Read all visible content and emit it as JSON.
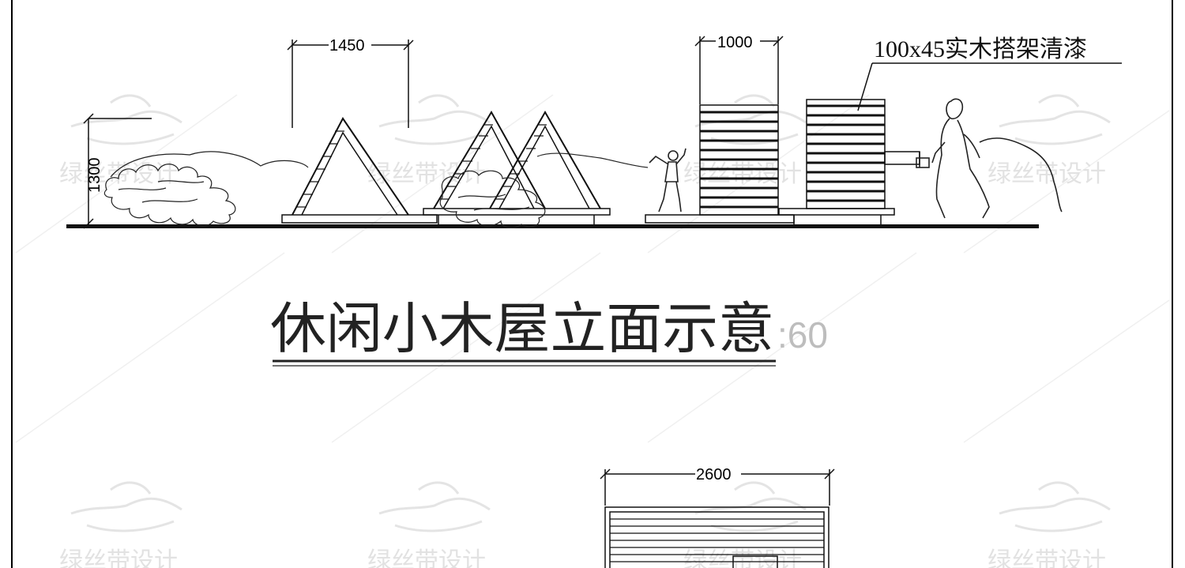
{
  "watermark": {
    "text": "绿丝带设计"
  },
  "elevation": {
    "dim_width_triangle": "1450",
    "dim_width_panel": "1000",
    "dim_height": "1300",
    "material_note": "100x45实木搭架清漆"
  },
  "title": {
    "main": "休闲小木屋立面示意",
    "scale": ":60"
  },
  "plan": {
    "dim_width": "2600"
  }
}
